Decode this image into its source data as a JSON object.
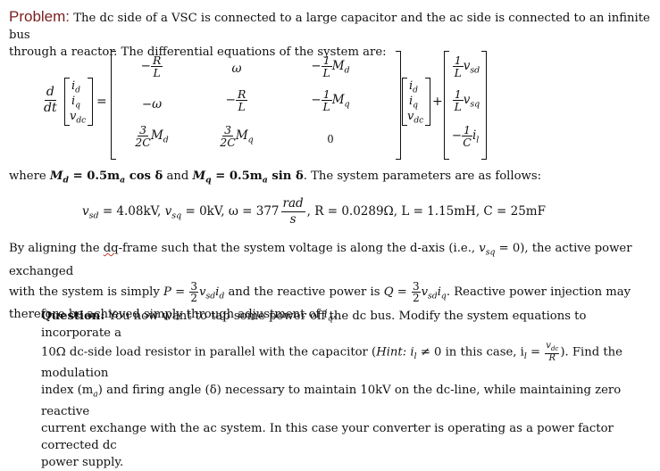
{
  "problem": {
    "title": "Problem:",
    "line1": "The dc side of a VSC is connected to a large capacitor and the ac side is connected to an infinite bus",
    "line2": "through a reactor. The differential equations of the system are:"
  },
  "equation": {
    "lhs_d": "d",
    "lhs_dt": "dt",
    "state": [
      "i",
      "i",
      "v"
    ],
    "state_subs": [
      "d",
      "q",
      "dc"
    ],
    "m11_num": "R",
    "m11_den": "L",
    "m11_sign": "−",
    "m12": "ω",
    "m13_num": "1",
    "m13_den": "L",
    "m13_sign": "−",
    "m13_tail": "M",
    "m13_sub": "d",
    "m21": "−ω",
    "m22_num": "R",
    "m22_den": "L",
    "m22_sign": "−",
    "m23_num": "1",
    "m23_den": "L",
    "m23_sign": "−",
    "m23_tail": "M",
    "m23_sub": "q",
    "m31_num": "3",
    "m31_den": "2C",
    "m31_tail": "M",
    "m31_sub": "d",
    "m32_num": "3",
    "m32_den": "2C",
    "m32_tail": "M",
    "m32_sub": "q",
    "m33": "0",
    "r1_num": "1",
    "r1_den": "L",
    "r1_tail": "v",
    "r1_sub": "sd",
    "r2_num": "1",
    "r2_den": "L",
    "r2_tail": "v",
    "r2_sub": "sq",
    "r3_num": "1",
    "r3_den": "C",
    "r3_sign": "−",
    "r3_tail": "i",
    "r3_sub": "l"
  },
  "where_text": {
    "pre": "where",
    "md_def": "M",
    "md_eq": " = 0.5m",
    "md_rest": " cos δ",
    "and": " and ",
    "mq_eq": " = 0.5m",
    "mq_rest": " sin δ",
    "post": ". The system parameters are as follows:"
  },
  "params": {
    "vsd": "= 4.08kV,",
    "vsq": "= 0kV,",
    "omega": "ω = 377",
    "rad": "rad",
    "s": "s",
    "rest": ", R = 0.0289Ω, L = 1.15mH, C = 25mF"
  },
  "para": {
    "l1a": "By aligning the ",
    "dq": "dq",
    "l1b": "-frame such that the system voltage is along the d-axis (i.e., ",
    "l1c": " = 0), the active power exchanged",
    "l2a": "with the system is simply ",
    "l2b": " and the reactive power is ",
    "l2c": ". Reactive power injection may",
    "l3": "therefore be achieved simply through adjustment of "
  },
  "question": {
    "label": "Question:",
    "l1": " You now want to tap some power off the dc bus. Modify the system equations to incorporate a",
    "l2a": "10Ω dc-side load resistor in parallel with the capacitor (",
    "hint": "Hint:",
    "l2b": " i",
    "l2c": " ≠ 0 in this case, i",
    "l2d": " = ",
    "l2e": "). Find the modulation",
    "l3": "index (m",
    "l3b": ") and firing angle (δ) necessary to maintain 10kV on the dc-line, while maintaining zero reactive",
    "l4": "current exchange with the ac system. In this case your converter is operating as a power factor corrected dc",
    "l5": "power supply."
  }
}
